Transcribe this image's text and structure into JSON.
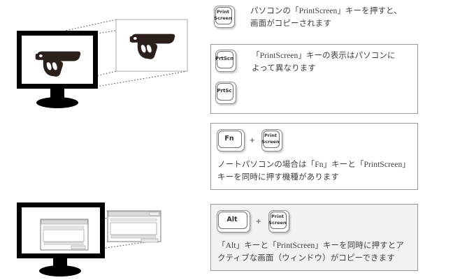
{
  "page": {
    "background": "#ffffff",
    "text_color": "#3f3f3f",
    "border_color": "#9a9a9a",
    "shade_color": "#f2f2f2",
    "screen_color": "#000000",
    "gun_color": "#2b201c"
  },
  "illustrations": {
    "top": {
      "name": "monitor-screenshot-fullscreen",
      "monitor_label": "monitor-with-gun-image",
      "capture_label": "captured-screen-copy"
    },
    "bottom": {
      "name": "monitor-screenshot-activewindow",
      "monitor_label": "monitor-with-dialog-window",
      "capture_label": "captured-window-copy"
    }
  },
  "blocks": [
    {
      "id": "block-print-screen",
      "bordered": false,
      "shaded": false,
      "keys": [
        {
          "name": "key-print-screen",
          "lines": [
            "Print",
            "Screen"
          ],
          "size": "sm",
          "width": 30,
          "height": 32
        }
      ],
      "lines": [
        "パソコンの「PrintScreen」キーを押すと、",
        "画面がコピーされます"
      ]
    },
    {
      "id": "block-key-naming",
      "bordered": true,
      "shaded": false,
      "keys": [
        {
          "name": "key-prtscn",
          "lines": [
            "PrtScn"
          ],
          "size": "md",
          "width": 30,
          "height": 32
        },
        {
          "name": "key-prtsc",
          "lines": [
            "PrtSc"
          ],
          "size": "md",
          "width": 30,
          "height": 32
        }
      ],
      "lines": [
        "「PrintScreen」キーの表示はパソコンに",
        "よって異なります"
      ]
    },
    {
      "id": "block-fn-combo",
      "bordered": true,
      "shaded": false,
      "keys": [
        {
          "name": "key-fn",
          "lines": [
            "Fn"
          ],
          "size": "lg",
          "width": 40,
          "height": 32
        },
        {
          "name": "key-print-screen",
          "lines": [
            "Print",
            "Screen"
          ],
          "size": "sm",
          "width": 30,
          "height": 32
        }
      ],
      "separator": "+",
      "lines": [
        "ノートパソコンの場合は「Fn」キーと「PrintScreen」",
        "キーを同時に押す機種があります"
      ]
    },
    {
      "id": "block-alt-combo",
      "bordered": true,
      "shaded": true,
      "keys": [
        {
          "name": "key-alt",
          "lines": [
            "Alt"
          ],
          "size": "lg",
          "width": 48,
          "height": 32
        },
        {
          "name": "key-print-screen",
          "lines": [
            "Print",
            "Screen"
          ],
          "size": "sm",
          "width": 30,
          "height": 32
        }
      ],
      "separator": "+",
      "lines": [
        "「Alt」キーと「PrintScreen」キーを同時に押すとア",
        "クティブな画面（ウィンドウ）がコピーできます"
      ]
    }
  ]
}
